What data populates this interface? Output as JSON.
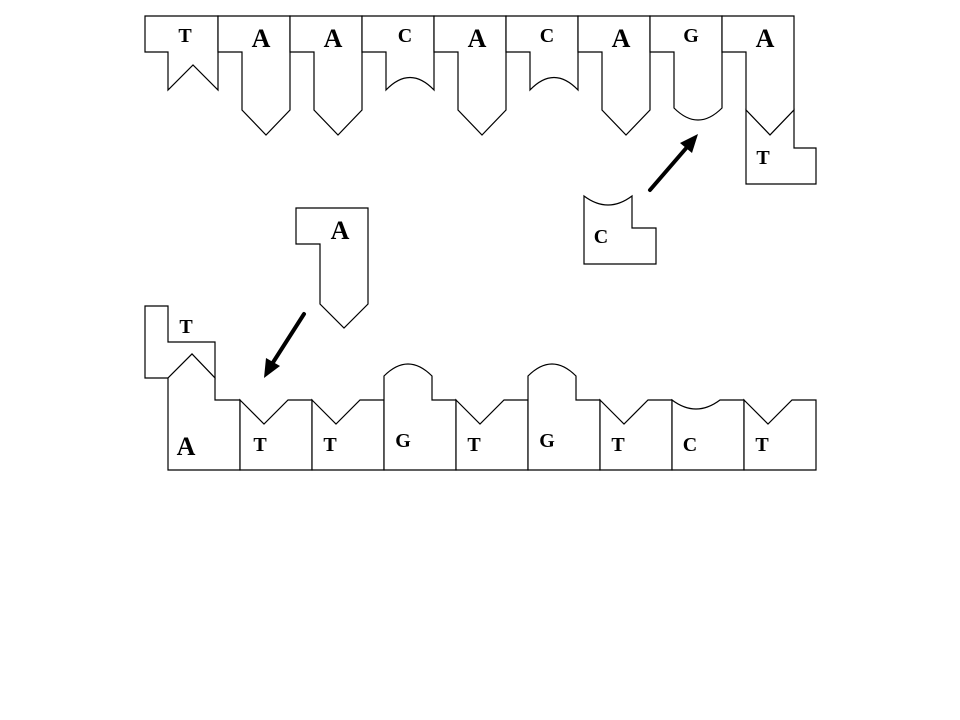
{
  "top_strand": {
    "bases": [
      "T",
      "A",
      "A",
      "C",
      "A",
      "C",
      "A",
      "G",
      "A"
    ],
    "paired": [
      "T"
    ]
  },
  "bottom_strand": {
    "bases": [
      "A",
      "T",
      "T",
      "G",
      "T",
      "G",
      "T",
      "C",
      "T"
    ],
    "paired": [
      "T"
    ]
  },
  "free_nucleotides": [
    "C",
    "A"
  ],
  "colors": {
    "stroke": "#000000",
    "fill": "#ffffff",
    "arrow": "#000000"
  }
}
